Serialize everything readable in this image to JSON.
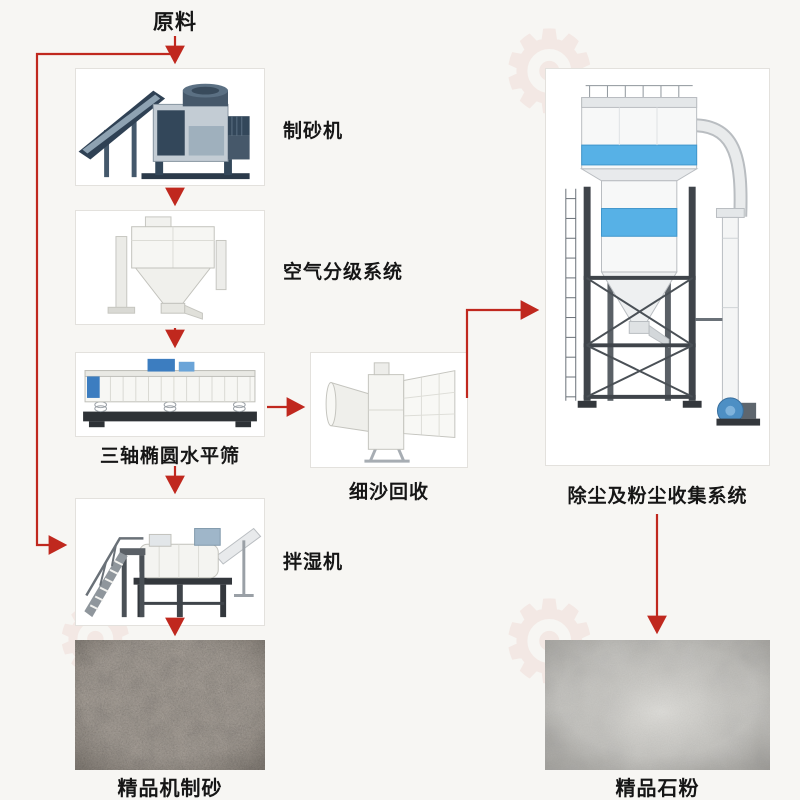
{
  "colors": {
    "background": "#f7f6f3",
    "arrow": "#c0281e",
    "accent_blue": "#57b1e6",
    "steel": "#3f444a"
  },
  "flow": {
    "source_label": "原料",
    "nodes": [
      {
        "id": "sand-maker",
        "label": "制砂机"
      },
      {
        "id": "air-classifier",
        "label": "空气分级系统"
      },
      {
        "id": "triaxial-horizontal-screen",
        "label": "三轴椭圆水平筛"
      },
      {
        "id": "fine-sand-recycling",
        "label": "细沙回收"
      },
      {
        "id": "dust-collection-system",
        "label": "除尘及粉尘收集系统"
      },
      {
        "id": "wet-mixer",
        "label": "拌湿机"
      },
      {
        "id": "finished-machine-sand",
        "label": "精品机制砂"
      },
      {
        "id": "finished-stone-powder",
        "label": "精品石粉"
      }
    ]
  },
  "watermark": {
    "glyph": "⚙"
  }
}
